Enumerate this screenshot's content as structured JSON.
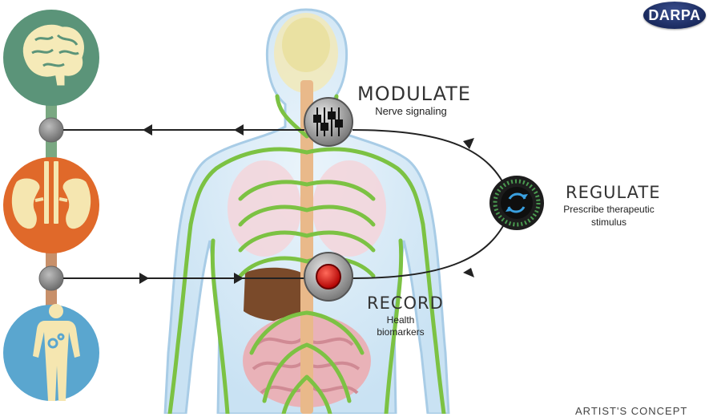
{
  "logo_text": "DARPA",
  "steps": {
    "modulate": {
      "title": "MODULATE",
      "subtitle": "Nerve signaling"
    },
    "regulate": {
      "title": "REGULATE",
      "subtitle_line1": "Prescribe therapeutic",
      "subtitle_line2": "stimulus"
    },
    "record": {
      "title": "RECORD",
      "subtitle_line1": "Health",
      "subtitle_line2": "biomarkers"
    }
  },
  "footer": "ARTIST'S CONCEPT",
  "colors": {
    "brain_circle": "#5b9479",
    "kidney_circle": "#e0692a",
    "body_circle": "#5aa6cf",
    "nerves": "#7cc243",
    "spine": "#e9b98a",
    "record_button": "#e01010",
    "arrows": "#222222"
  },
  "icons": [
    "brain-icon",
    "kidney-icon",
    "human-figure-icon",
    "sliders-icon",
    "record-button-icon",
    "cycle-icon"
  ]
}
